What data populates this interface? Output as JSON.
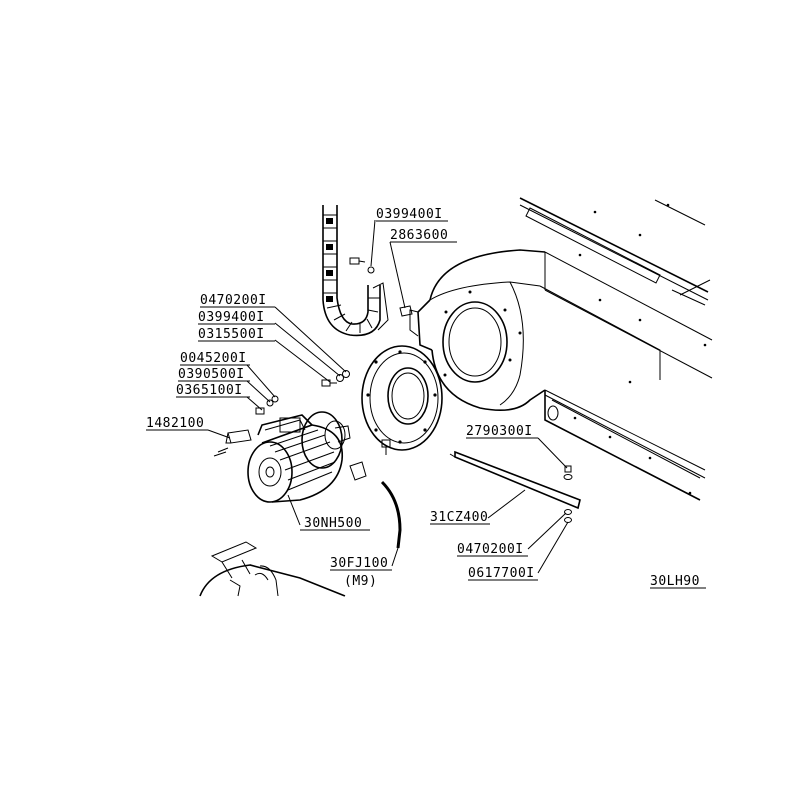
{
  "drawing": {
    "code": "30LH90",
    "background": "#ffffff",
    "line_color": "#000000"
  },
  "parts": [
    {
      "id": "p-0399400I-top",
      "number": "0399400I"
    },
    {
      "id": "p-2863600",
      "number": "2863600"
    },
    {
      "id": "p-0470200I-left",
      "number": "0470200I"
    },
    {
      "id": "p-0399400I-left",
      "number": "0399400I"
    },
    {
      "id": "p-0315500I",
      "number": "0315500I"
    },
    {
      "id": "p-0045200I",
      "number": "0045200I"
    },
    {
      "id": "p-0390500I",
      "number": "0390500I"
    },
    {
      "id": "p-0365100I",
      "number": "0365100I"
    },
    {
      "id": "p-1482100",
      "number": "1482100"
    },
    {
      "id": "p-2790300I",
      "number": "2790300I"
    },
    {
      "id": "p-30NH500",
      "number": "30NH500"
    },
    {
      "id": "p-31CZ400",
      "number": "31CZ400"
    },
    {
      "id": "p-30FJ100",
      "number": "30FJ100"
    },
    {
      "id": "p-M9",
      "number": "(M9)"
    },
    {
      "id": "p-0470200I-right",
      "number": "0470200I"
    },
    {
      "id": "p-0617700I",
      "number": "0617700I"
    }
  ]
}
